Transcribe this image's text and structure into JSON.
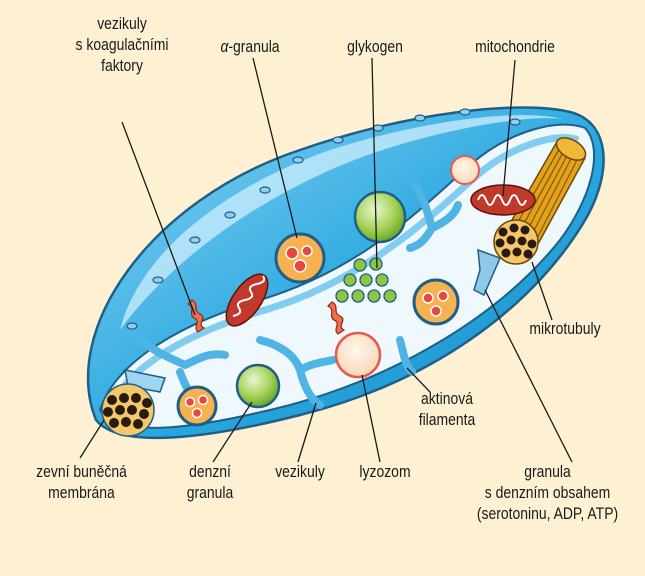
{
  "labels": {
    "vesicles_coag": [
      "vezikuly",
      "s koagulačními",
      "faktory"
    ],
    "alpha_granula_prefix": "α",
    "alpha_granula_suffix": "-granula",
    "glycogen": "glykogen",
    "mitochondria": "mitochondrie",
    "microtubules": "mikrotubuly",
    "actin": [
      "aktinová",
      "filamenta"
    ],
    "membrane": [
      "zevní buněčná",
      "membrána"
    ],
    "dense_granula": [
      "denzní",
      "granula"
    ],
    "vesicles": "vezikuly",
    "lysosome": "lyzozom",
    "dense_content_granula": [
      "granula",
      "s denzním obsahem",
      "(serotoninu, ADP, ATP)"
    ]
  },
  "colors": {
    "background": "#fdf0d3",
    "membrane_blue": "#29a8e0",
    "membrane_light": "#bfe6f8",
    "cytoplasm": "#eef8fd",
    "granule_green": "#8cc63f",
    "granule_orange": "#f7b150",
    "granule_red": "#e8473c",
    "mitochondria_red": "#c0392b",
    "microtubule_gold": "#e3a21a",
    "vesicle_blue": "#7fc7ec"
  }
}
